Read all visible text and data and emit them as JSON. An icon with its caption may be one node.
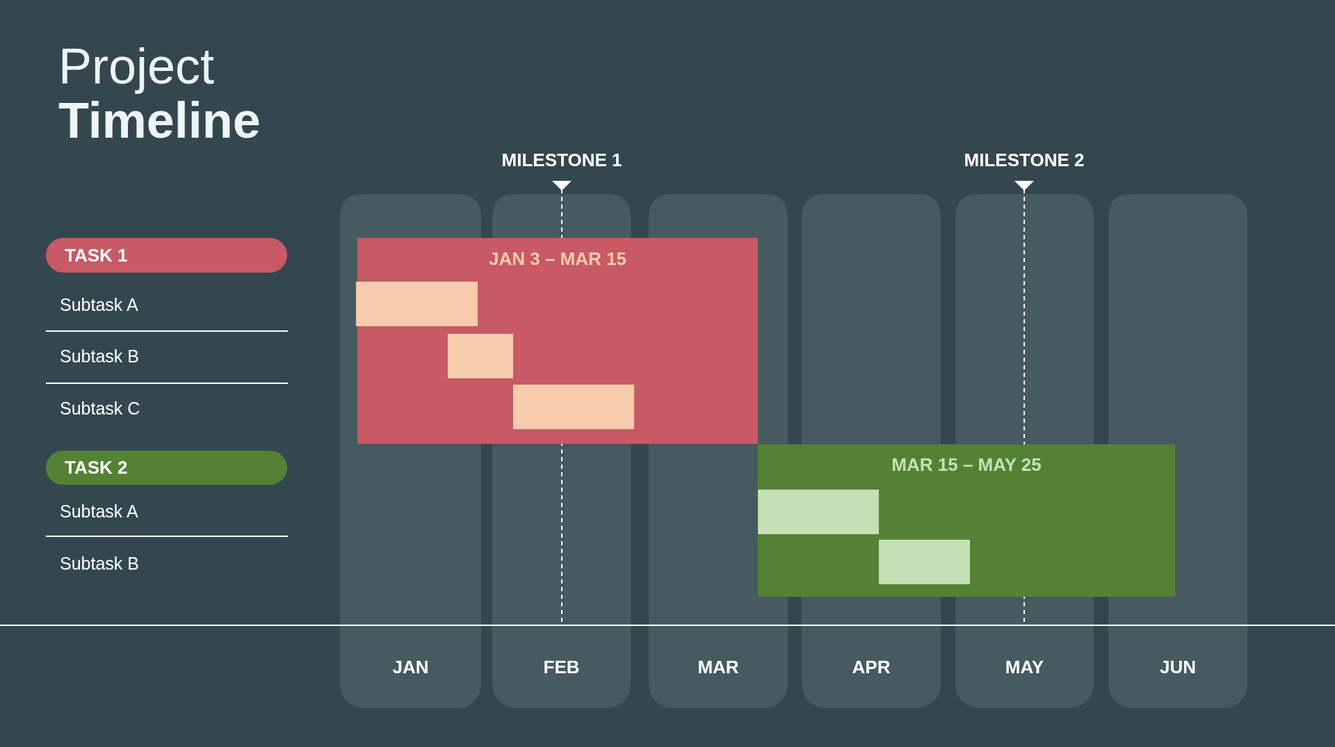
{
  "diagram": {
    "title": "Project **Timeline**",
    "nodes": [
      {
        "text": [
          "TASK 1"
        ]
      },
      {
        "text": [
          "TASK 2"
        ]
      },
      {
        "text": [
          "JAN"
        ]
      },
      {
        "text": [
          "FEB"
        ]
      },
      {
        "text": [
          "MAR"
        ]
      },
      {
        "text": [
          "APR"
        ]
      },
      {
        "text": [
          "MAY"
        ]
      },
      {
        "text": [
          "JUN"
        ]
      },
      {
        "text": [
          "JAN 3 – MAR 15"
        ]
      },
      {
        "text": [],
        "shape": "bar",
        "in": 8
      },
      {
        "text": [],
        "shape": "bar",
        "in": 8
      },
      {
        "text": [],
        "shape": "bar",
        "in": 8
      },
      {
        "text": [
          "MAR 15 – MAY 25"
        ]
      },
      {
        "text": [],
        "shape": "bar",
        "in": 12
      },
      {
        "text": [],
        "shape": "bar",
        "in": 12
      }
    ],
    "labels": [
      "MILESTONE 1",
      "MILESTONE 2",
      "Subtask A",
      "Subtask B",
      "Subtask C",
      "Subtask A",
      "Subtask B"
    ]
  }
}
